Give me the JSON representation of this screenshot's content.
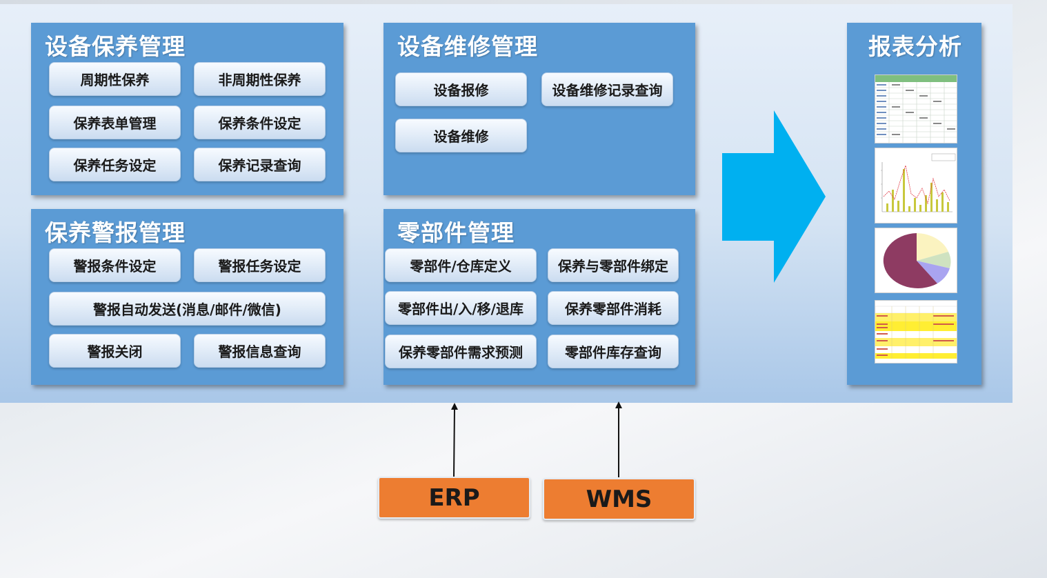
{
  "panels": {
    "maintenance": {
      "title": "设备保养管理",
      "buttons": [
        "周期性保养",
        "非周期性保养",
        "保养表单管理",
        "保养条件设定",
        "保养任务设定",
        "保养记录查询"
      ]
    },
    "alarm": {
      "title": "保养警报管理",
      "buttons": [
        "警报条件设定",
        "警报任务设定",
        "警报自动发送(消息/邮件/微信)",
        "警报关闭",
        "警报信息查询"
      ]
    },
    "repair": {
      "title": "设备维修管理",
      "buttons": [
        "设备报修",
        "设备维修记录查询",
        "设备维修"
      ]
    },
    "parts": {
      "title": "零部件管理",
      "buttons": [
        "零部件/仓库定义",
        "保养与零部件绑定",
        "零部件出/入/移/退库",
        "保养零部件消耗",
        "保养零部件需求预测",
        "零部件库存查询"
      ]
    },
    "report": {
      "title": "报表分析"
    }
  },
  "external": {
    "erp": "ERP",
    "wms": "WMS"
  },
  "colors": {
    "panel": "#5b9bd5",
    "flow_arrow": "#00b0f0",
    "external_box": "#ed7d31"
  },
  "icons": [
    "flow-arrow-icon",
    "table-report-icon",
    "line-bar-chart-icon",
    "pie-chart-icon",
    "color-table-icon",
    "up-arrow-icon"
  ]
}
